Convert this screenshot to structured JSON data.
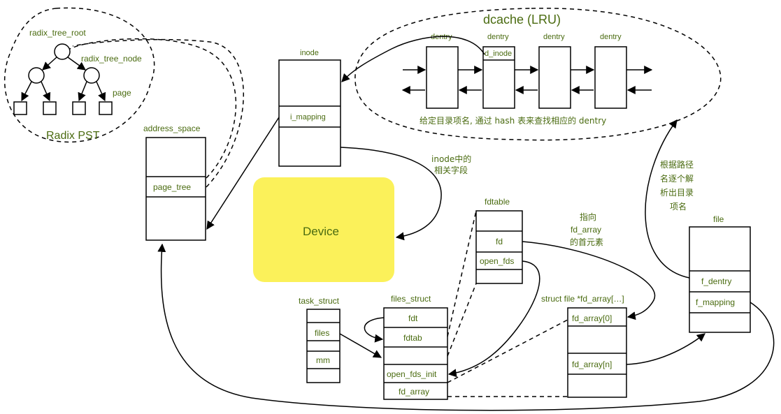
{
  "radix": {
    "root_label": "radix_tree_root",
    "node_label": "radix_tree_node",
    "page_label": "page",
    "title": "Radix PST"
  },
  "address_space": {
    "title": "address_space",
    "page_tree": "page_tree"
  },
  "inode": {
    "title": "inode",
    "i_mapping": "i_mapping",
    "note_line1": "inode中的",
    "note_line2": "相关字段"
  },
  "dcache": {
    "title": "dcache (LRU)",
    "dentry_labels": [
      "dentry",
      "dentry",
      "dentry",
      "dentry"
    ],
    "d_inode": "d_inode",
    "lookup_note": "给定目录项名, 通过 hash 表来查找相应的 dentry"
  },
  "device": {
    "label": "Device"
  },
  "fdtable": {
    "title": "fdtable",
    "fd": "fd",
    "open_fds": "open_fds"
  },
  "fd_note": {
    "line1": "指向",
    "line2": "fd_array",
    "line3": "的首元素"
  },
  "path_note": {
    "line1": "根据路径",
    "line2": "名逐个解",
    "line3": "析出目录",
    "line4": "项名"
  },
  "file": {
    "title": "file",
    "f_dentry": "f_dentry",
    "f_mapping": "f_mapping"
  },
  "task_struct": {
    "title": "task_struct",
    "files": "files",
    "mm": "mm"
  },
  "files_struct": {
    "title": "files_struct",
    "fdt": "fdt",
    "fdtab": "fdtab",
    "open_fds_init": "open_fds_init",
    "fd_array": "fd_array"
  },
  "fd_array_struct": {
    "title": "struct file *fd_array[…]",
    "first": "fd_array[0]",
    "last": "fd_array[n]"
  }
}
